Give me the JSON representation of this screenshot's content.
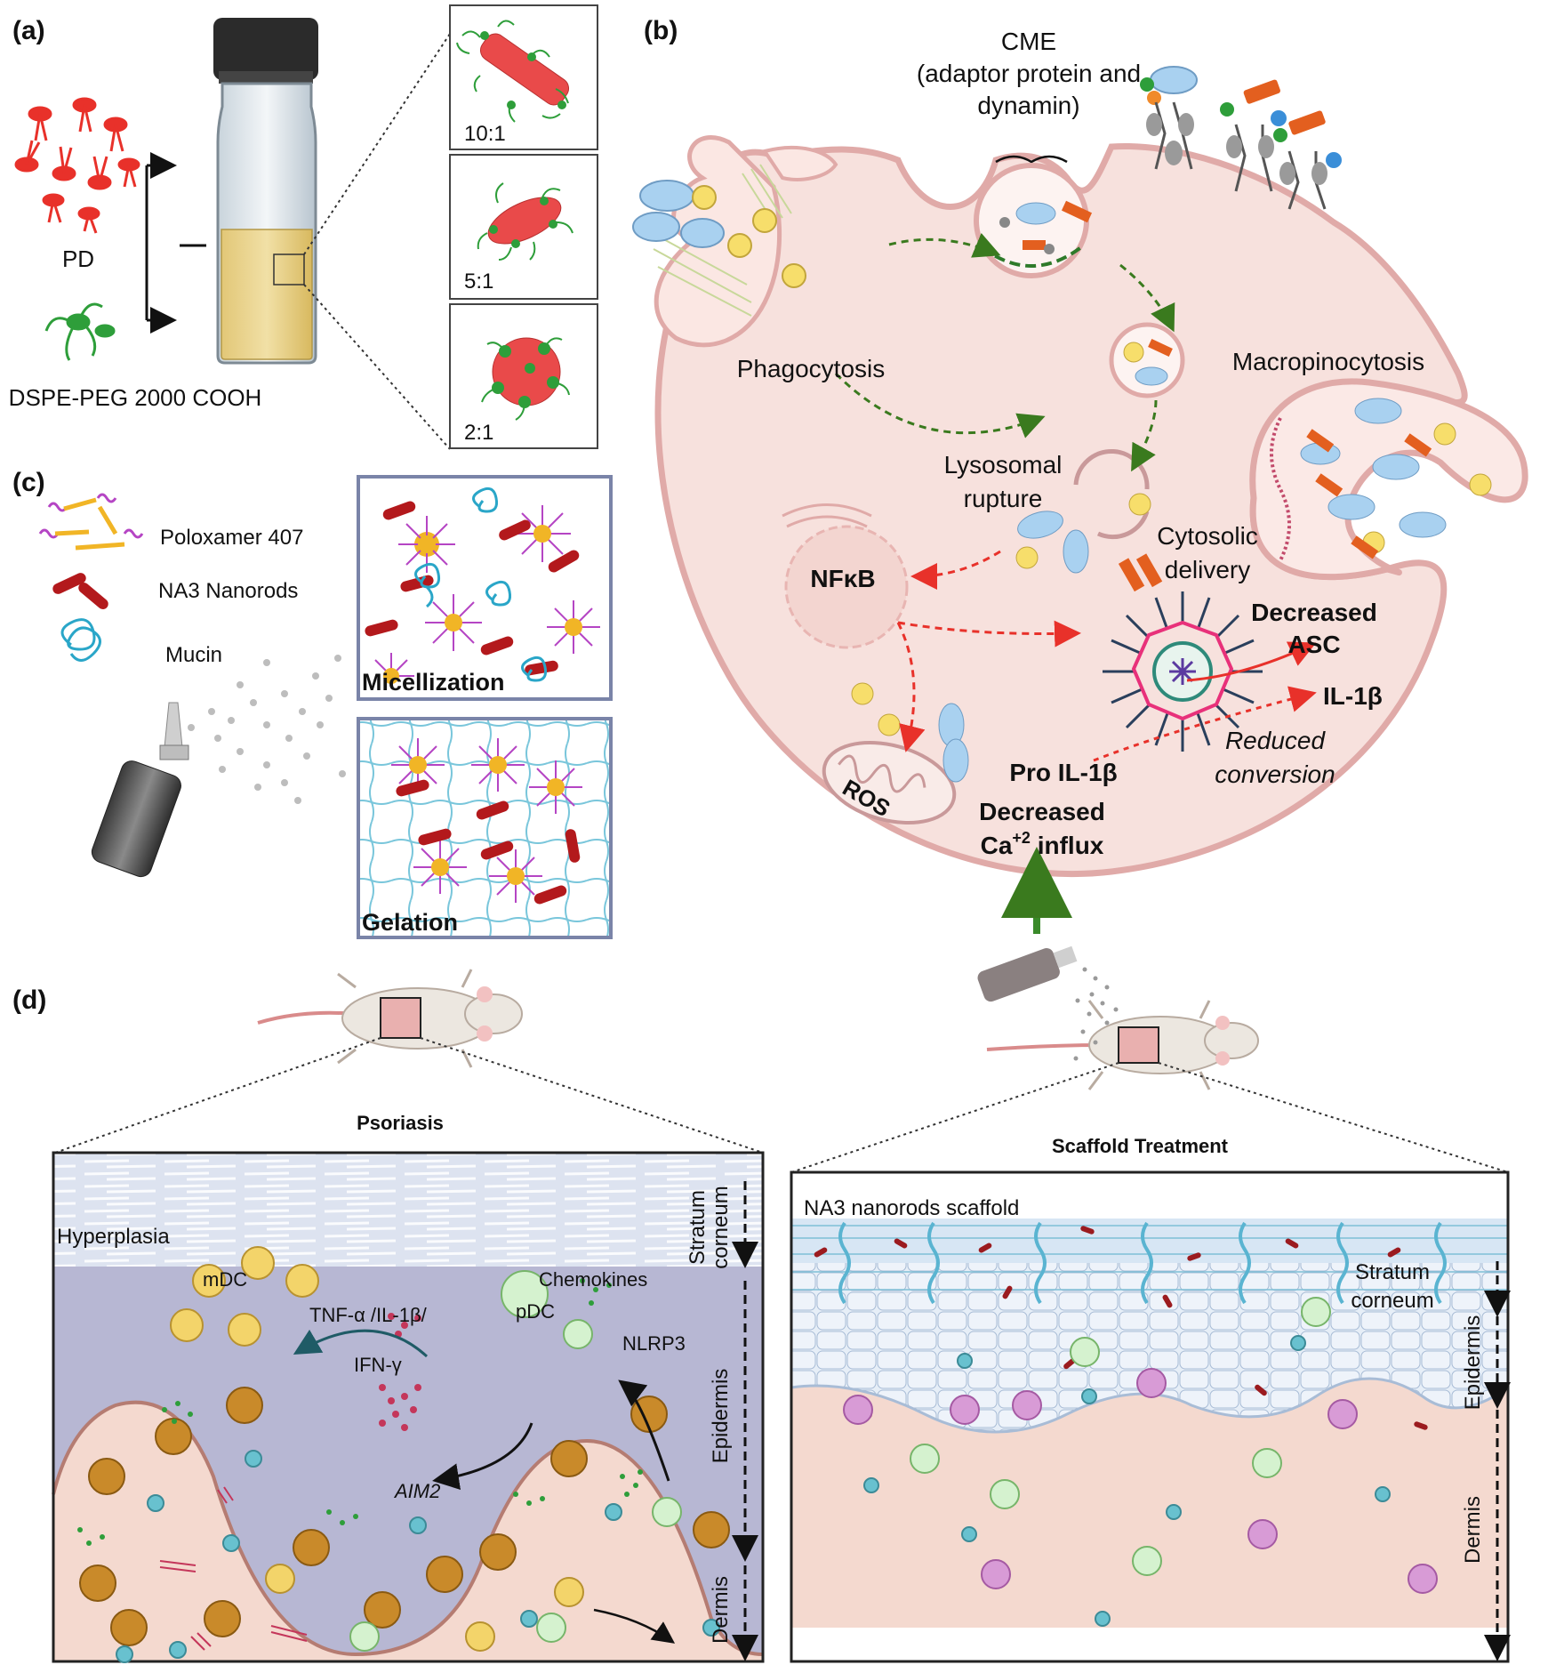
{
  "panel_a": {
    "label": "(a)",
    "pd_label": "PD",
    "dspe_label": "DSPE-PEG 2000 COOH",
    "ratios": [
      "10:1",
      "5:1",
      "2:1"
    ]
  },
  "panel_b": {
    "label": "(b)",
    "cme_lines": [
      "CME",
      "(adaptor protein and",
      "dynamin)"
    ],
    "phagocytosis": "Phagocytosis",
    "macropinocytosis": "Macropinocytosis",
    "lysosomal_lines": [
      "Lysosomal",
      "rupture"
    ],
    "cytosolic_lines": [
      "Cytosolic",
      "delivery"
    ],
    "nfkb": "NFκB",
    "decreased_asc_lines": [
      "Decreased",
      "ASC"
    ],
    "il1b": "IL-1β",
    "reduced_lines": [
      "Reduced",
      "conversion"
    ],
    "pro_il1b": "Pro IL-1β",
    "decreased_ca": "Decreased",
    "ca_influx_prefix": "Ca",
    "ca_influx_sup": "+2",
    "ca_influx_suffix": " influx",
    "ros": "ROS"
  },
  "panel_c": {
    "label": "(c)",
    "legend": [
      "Poloxamer 407",
      "NA3 Nanorods",
      "Mucin"
    ],
    "micellization": "Micellization",
    "gelation": "Gelation"
  },
  "panel_d": {
    "label": "(d)",
    "psoriasis": {
      "title": "Psoriasis",
      "hyperplasia": "Hyperplasia",
      "mdc": "mDC",
      "pdc": "pDC",
      "chemokines": "Chemokines",
      "cytokines_line1": "TNF-α /IL-1β/",
      "cytokines_line2": "IFN-γ",
      "nlrp3": "NLRP3",
      "aim2": "AIM2",
      "stratum_corneum_lines": [
        "Stratum",
        "corneum"
      ],
      "epidermis": "Epidermis",
      "dermis": "Dermis"
    },
    "scaffold": {
      "title": "Scaffold Treatment",
      "scaffold_label": "NA3 nanorods scaffold",
      "stratum_corneum_lines": [
        "Stratum",
        "corneum"
      ],
      "epidermis": "Epidermis",
      "dermis": "Dermis"
    }
  },
  "colors": {
    "pd_red": "#e8312a",
    "peg_green": "#2e9e3a",
    "cell_fill": "#f7e1dd",
    "cell_membrane": "#e0aaa8",
    "red_arrow": "#e8312a",
    "green_arrow": "#3a8a2a",
    "nanorod": "#b3191c",
    "mucin": "#2aa6c8",
    "poloxamer": "#b545c4",
    "micelle_core": "#f1b526",
    "dermis_fill": "#f4d9cf",
    "epidermis_fill": "#b7b7d3",
    "stratum_fill": "#dfe5f1"
  }
}
